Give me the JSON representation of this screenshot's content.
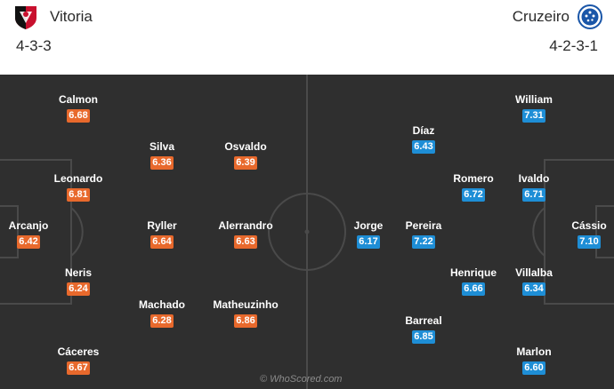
{
  "home": {
    "name": "Vitoria",
    "formation": "4-3-3",
    "crest_icon": "vitoria-crest-icon",
    "color": "#e8692c",
    "players": [
      {
        "name": "Calmon",
        "rating": "6.68"
      },
      {
        "name": "Silva",
        "rating": "6.36"
      },
      {
        "name": "Osvaldo",
        "rating": "6.39"
      },
      {
        "name": "Leonardo",
        "rating": "6.81"
      },
      {
        "name": "Arcanjo",
        "rating": "6.42"
      },
      {
        "name": "Ryller",
        "rating": "6.64"
      },
      {
        "name": "Alerrandro",
        "rating": "6.63"
      },
      {
        "name": "Neris",
        "rating": "6.24"
      },
      {
        "name": "Machado",
        "rating": "6.28"
      },
      {
        "name": "Matheuzinho",
        "rating": "6.86"
      },
      {
        "name": "Cáceres",
        "rating": "6.67"
      }
    ]
  },
  "away": {
    "name": "Cruzeiro",
    "formation": "4-2-3-1",
    "crest_icon": "cruzeiro-crest-icon",
    "color": "#1e8ed6",
    "players": [
      {
        "name": "William",
        "rating": "7.31"
      },
      {
        "name": "Díaz",
        "rating": "6.43"
      },
      {
        "name": "Romero",
        "rating": "6.72"
      },
      {
        "name": "Ivaldo",
        "rating": "6.71"
      },
      {
        "name": "Jorge",
        "rating": "6.17"
      },
      {
        "name": "Pereira",
        "rating": "7.22"
      },
      {
        "name": "Cássio",
        "rating": "7.10"
      },
      {
        "name": "Henrique",
        "rating": "6.66"
      },
      {
        "name": "Villalba",
        "rating": "6.34"
      },
      {
        "name": "Barreal",
        "rating": "6.85"
      },
      {
        "name": "Marlon",
        "rating": "6.60"
      }
    ]
  },
  "watermark": "© WhoScored.com"
}
